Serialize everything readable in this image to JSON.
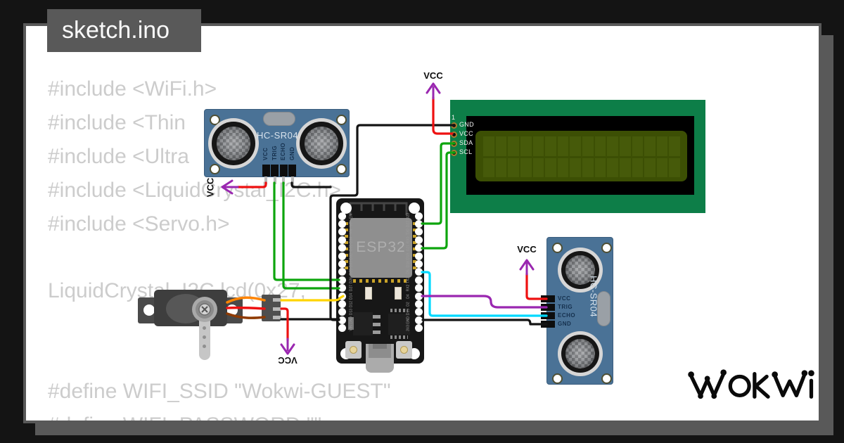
{
  "window": {
    "title": "sketch.ino"
  },
  "code": {
    "lines": [
      "#include <WiFi.h>",
      "#include <Thin",
      "#include <Ultra",
      "#include <LiquidCrystal_I2C.h>",
      "#include <Servo.h>",
      "LiquidCrystal_I2C lcd(0x27,",
      "#define WIFI_SSID \"Wokwi-GUEST\"",
      "#define WIFI_PASSWORD \"\""
    ]
  },
  "colors": {
    "wire_red": "#ee1111",
    "wire_green": "#0da50d",
    "wire_black": "#141414",
    "wire_yellow": "#ffd400",
    "wire_cyan": "#00d9ff",
    "wire_purple": "#9a27b0",
    "wire_orange": "#ff8400",
    "wire_brown": "#8f3a00",
    "arrow_purple": "#9a27b0",
    "accent_gray": "#595959",
    "pcb_green": "#0d7e48",
    "board_blue": "#4a7296"
  },
  "sensor_top": {
    "label": "HC-SR04",
    "pins": [
      "VCC",
      "TRIG",
      "ECHO",
      "GND"
    ]
  },
  "sensor_right": {
    "label": "HC-SR04",
    "pins": [
      "VCC",
      "TRIG",
      "ECHO",
      "GND"
    ]
  },
  "esp32": {
    "label": "ESP32",
    "left_pins": [
      "EN",
      "VP",
      "VN",
      "D34",
      "D35",
      "D32",
      "D33",
      "D25",
      "D26",
      "D27",
      "D14",
      "D12",
      "D13",
      "GND",
      "VIN"
    ],
    "right_pins": [
      "D23",
      "D22",
      "TX0",
      "RX0",
      "D21",
      "D19",
      "D18",
      "D5",
      "TX2",
      "RX2",
      "D4",
      "D2",
      "D15",
      "GND",
      "3V3"
    ]
  },
  "lcd": {
    "first_pin_label": "1",
    "pins": [
      "GND",
      "VCC",
      "SDA",
      "SCL"
    ],
    "cols": 16,
    "rows": 2
  },
  "power_labels": {
    "vcc": "VCC"
  },
  "logo": {
    "text": "WOKWI"
  }
}
